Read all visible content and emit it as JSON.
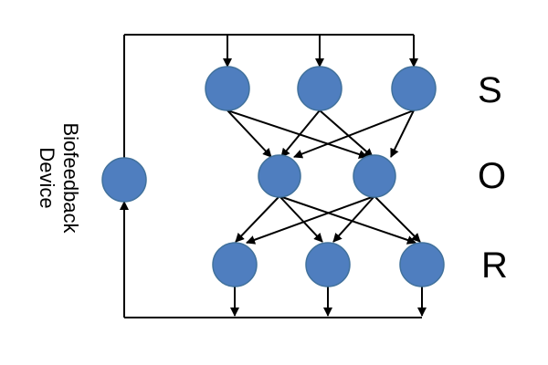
{
  "side_label": {
    "line1": "Biofeedback",
    "line2": "Device"
  },
  "layers": {
    "s": "S",
    "o": "O",
    "r": "R"
  },
  "colors": {
    "node_fill": "#4f7ebf",
    "node_stroke": "#41719c",
    "line": "#000000"
  }
}
